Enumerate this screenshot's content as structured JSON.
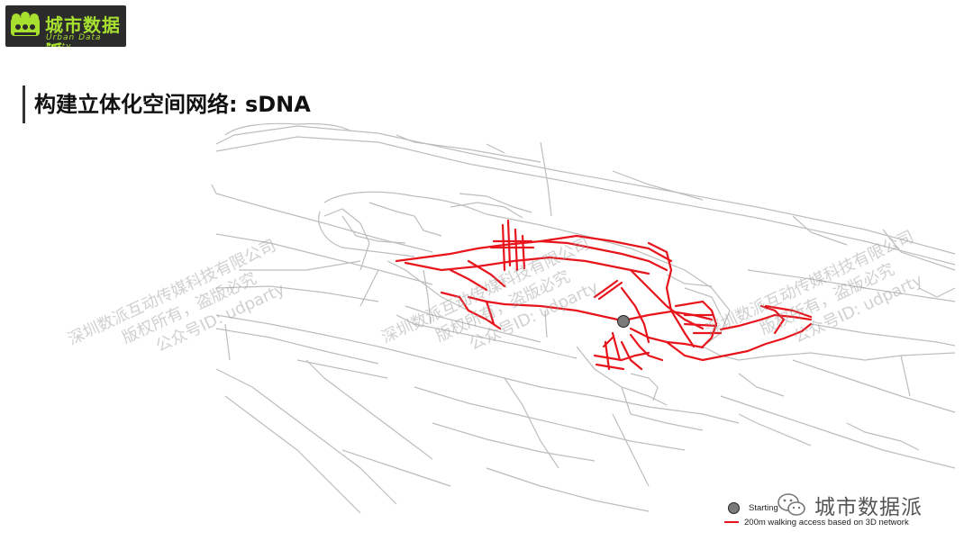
{
  "brand": {
    "name_cn": "城市数据派",
    "name_en": "Urban Data Party",
    "logo_accent": "#a8e030"
  },
  "slide": {
    "title": "构建立体化空间网络: sDNA"
  },
  "watermark": {
    "line1": "深圳数派互动传媒科技有限公司",
    "line2": "版权所有，盗版必究",
    "line3": "公众号ID: udparty"
  },
  "legend": {
    "starting_label": "Starting",
    "network_label": "200m walking access based on 3D network",
    "network_color": "#e8141c",
    "start_color": "#7a7a7a"
  },
  "wechat": {
    "icon": "wechat-icon",
    "account_name": "城市数据派"
  }
}
